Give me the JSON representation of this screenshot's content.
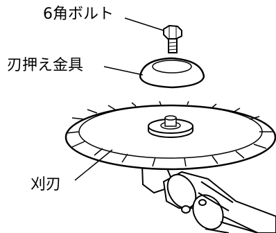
{
  "labels": {
    "hex_bolt": "6角ボルト",
    "blade_holder": "刃押え金具",
    "blade": "刈刃"
  },
  "colors": {
    "line": "#000000",
    "background": "#ffffff"
  }
}
